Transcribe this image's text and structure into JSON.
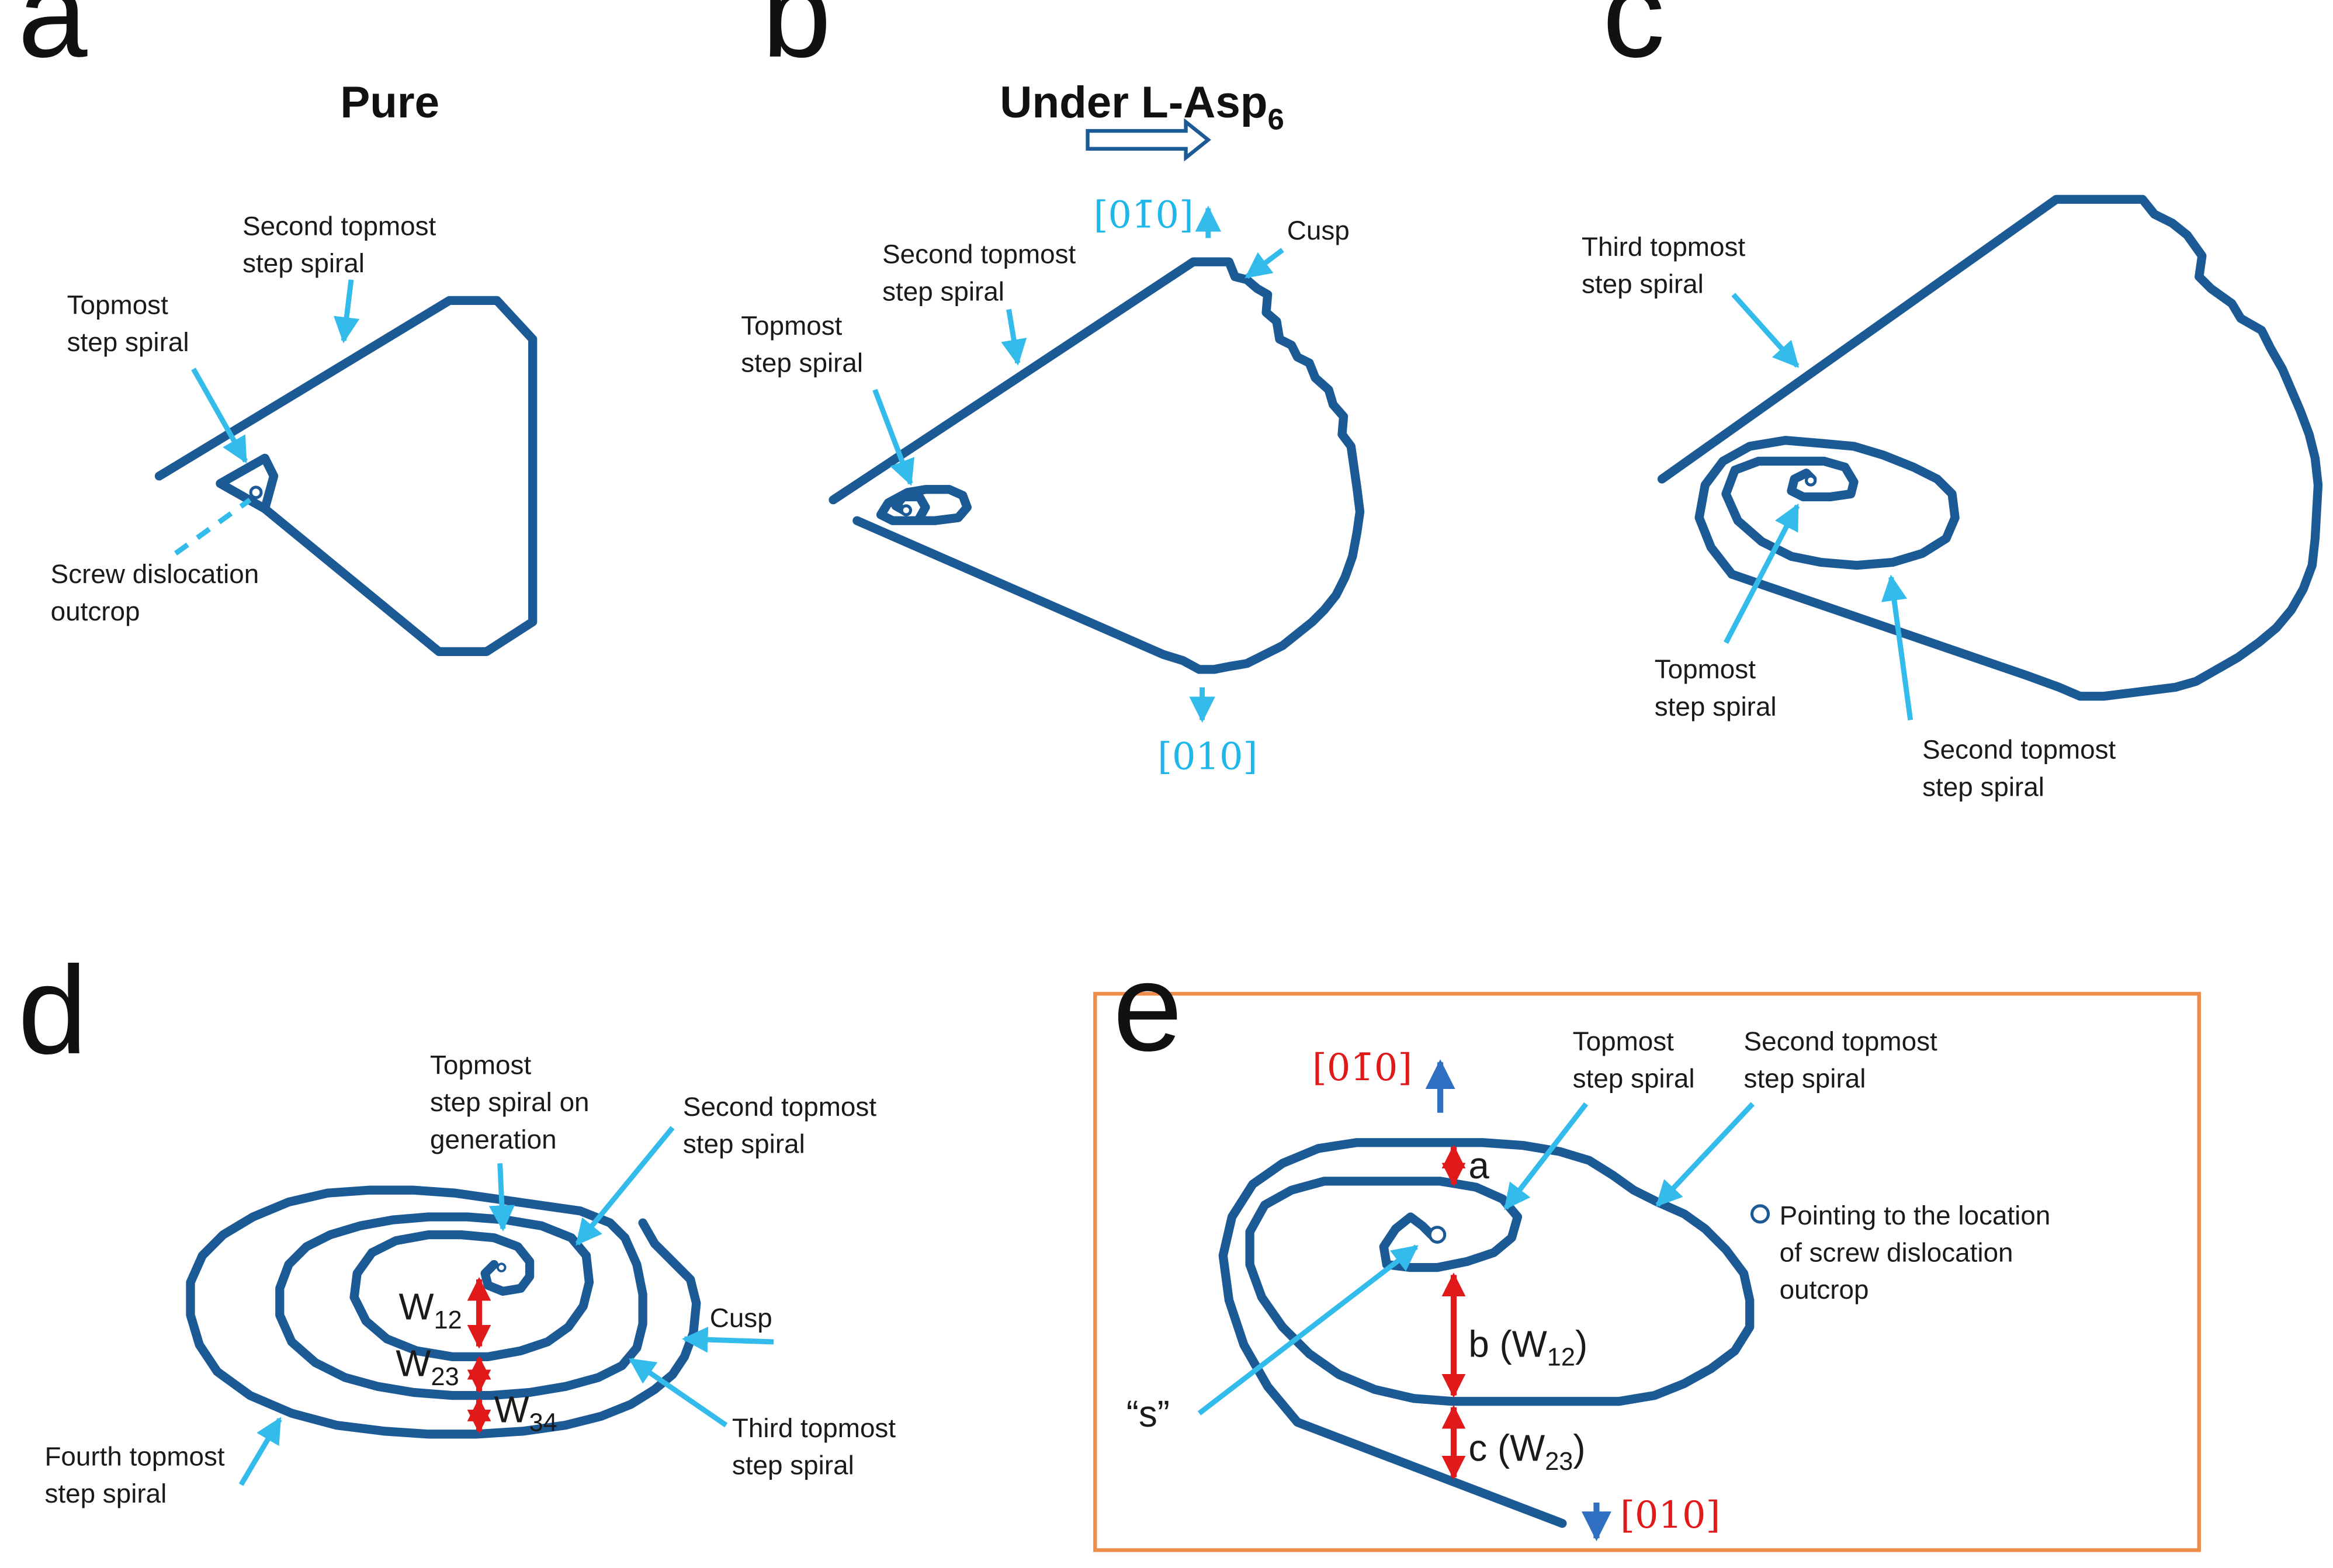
{
  "panels": {
    "a": "a",
    "b": "b",
    "c": "c",
    "d": "d",
    "e": "e"
  },
  "a": {
    "title": "Pure",
    "second_line1": "Second topmost",
    "second_line2": "step spiral",
    "topmost_line1": "Topmost",
    "topmost_line2": "step spiral",
    "screw_line1": "Screw dislocation",
    "screw_line2": "outcrop"
  },
  "b": {
    "title_main": "Under L-Asp",
    "title_sub": "6",
    "dir_up": "[01̄0]",
    "dir_down": "[010]",
    "cusp": "Cusp",
    "second_line1": "Second topmost",
    "second_line2": "step spiral",
    "topmost_line1": "Topmost",
    "topmost_line2": "step spiral"
  },
  "c": {
    "third_line1": "Third topmost",
    "third_line2": "step spiral",
    "topmost_line1": "Topmost",
    "topmost_line2": "step spiral",
    "second_line1": "Second topmost",
    "second_line2": "step spiral"
  },
  "d": {
    "topmost_line1": "Topmost",
    "topmost_line2": "step spiral on",
    "topmost_line3": "generation",
    "second_line1": "Second topmost",
    "second_line2": "step spiral",
    "cusp": "Cusp",
    "third_line1": "Third topmost",
    "third_line2": "step spiral",
    "fourth_line1": "Fourth topmost",
    "fourth_line2": "step spiral",
    "w12": "W",
    "w12_sub": "12",
    "w23": "W",
    "w23_sub": "23",
    "w34": "W",
    "w34_sub": "34"
  },
  "e": {
    "dir_up": "[01̄0]",
    "dir_down": "[010]",
    "topmost_line1": "Topmost",
    "topmost_line2": "step spiral",
    "second_line1": "Second topmost",
    "second_line2": "step spiral",
    "legend_line1": "Pointing to the location",
    "legend_line2": "of screw dislocation",
    "legend_line3": "outcrop",
    "a": "a",
    "b_main": "b (W",
    "b_sub": "12",
    "b_close": ")",
    "c_main": "c (W",
    "c_sub": "23",
    "c_close": ")",
    "s": "“s”"
  },
  "colors": {
    "spiral": "#1c5a96",
    "pointer": "#33bbec",
    "measure": "#e0191b",
    "box": "#f08c4a"
  }
}
